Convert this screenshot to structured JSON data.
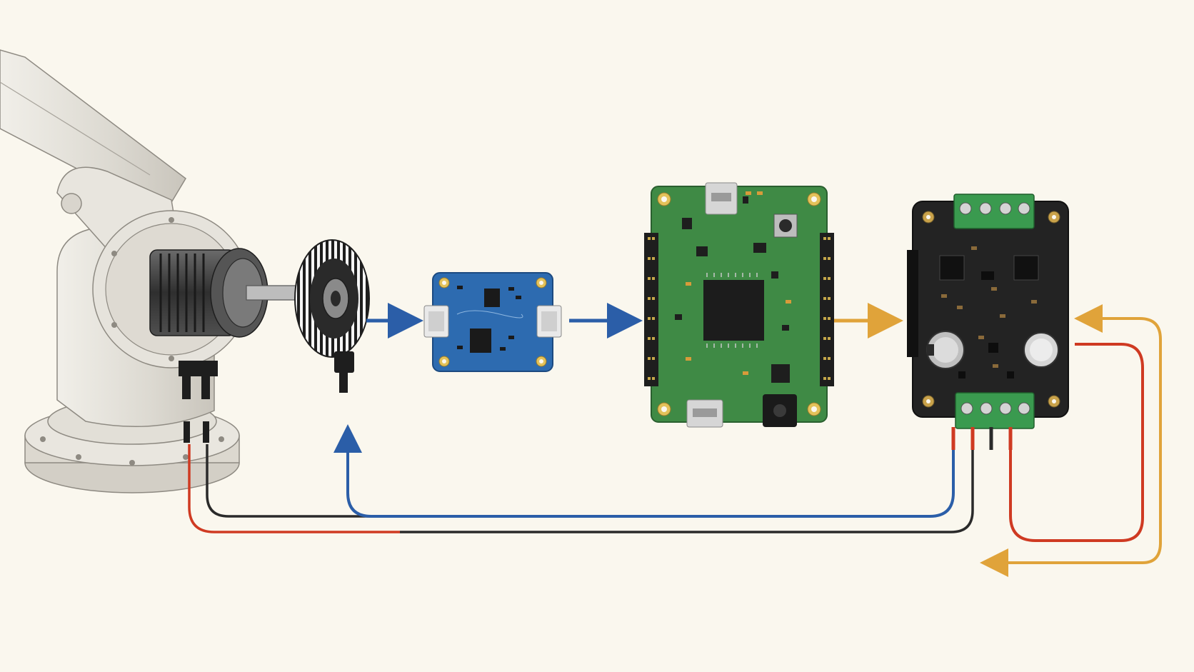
{
  "colors": {
    "background": "#faf7ee",
    "signal_blue": "#2b5ea8",
    "control_orange": "#e0a33a",
    "power_red": "#cf3a22",
    "ground_black": "#2a2a2a",
    "encoder_board": "#2d6bb0",
    "controller_board": "#3f8a45",
    "driver_board": "#232323",
    "terminal_green": "#3a9a4f",
    "robot_arm": "#e7e4dc"
  },
  "components": [
    {
      "id": "robot-arm",
      "icon": "robot-arm-icon"
    },
    {
      "id": "dc-motor",
      "icon": "motor-icon"
    },
    {
      "id": "encoder-disk",
      "icon": "encoder-disk-icon"
    },
    {
      "id": "encoder-interface-board",
      "icon": "blue-pcb-icon"
    },
    {
      "id": "microcontroller-board",
      "icon": "green-pcb-icon"
    },
    {
      "id": "motor-driver-board",
      "icon": "black-pcb-icon"
    }
  ],
  "connections": [
    {
      "id": "encoder-to-interface",
      "style": "blue-arrow"
    },
    {
      "id": "interface-to-controller",
      "style": "blue-arrow"
    },
    {
      "id": "controller-to-driver",
      "style": "orange-arrow"
    },
    {
      "id": "driver-feedback-to-encoder",
      "style": "blue-arrow"
    },
    {
      "id": "driver-power-to-motor",
      "style": "red-black-wire"
    },
    {
      "id": "driver-return-loop",
      "style": "orange-red-loop"
    }
  ]
}
